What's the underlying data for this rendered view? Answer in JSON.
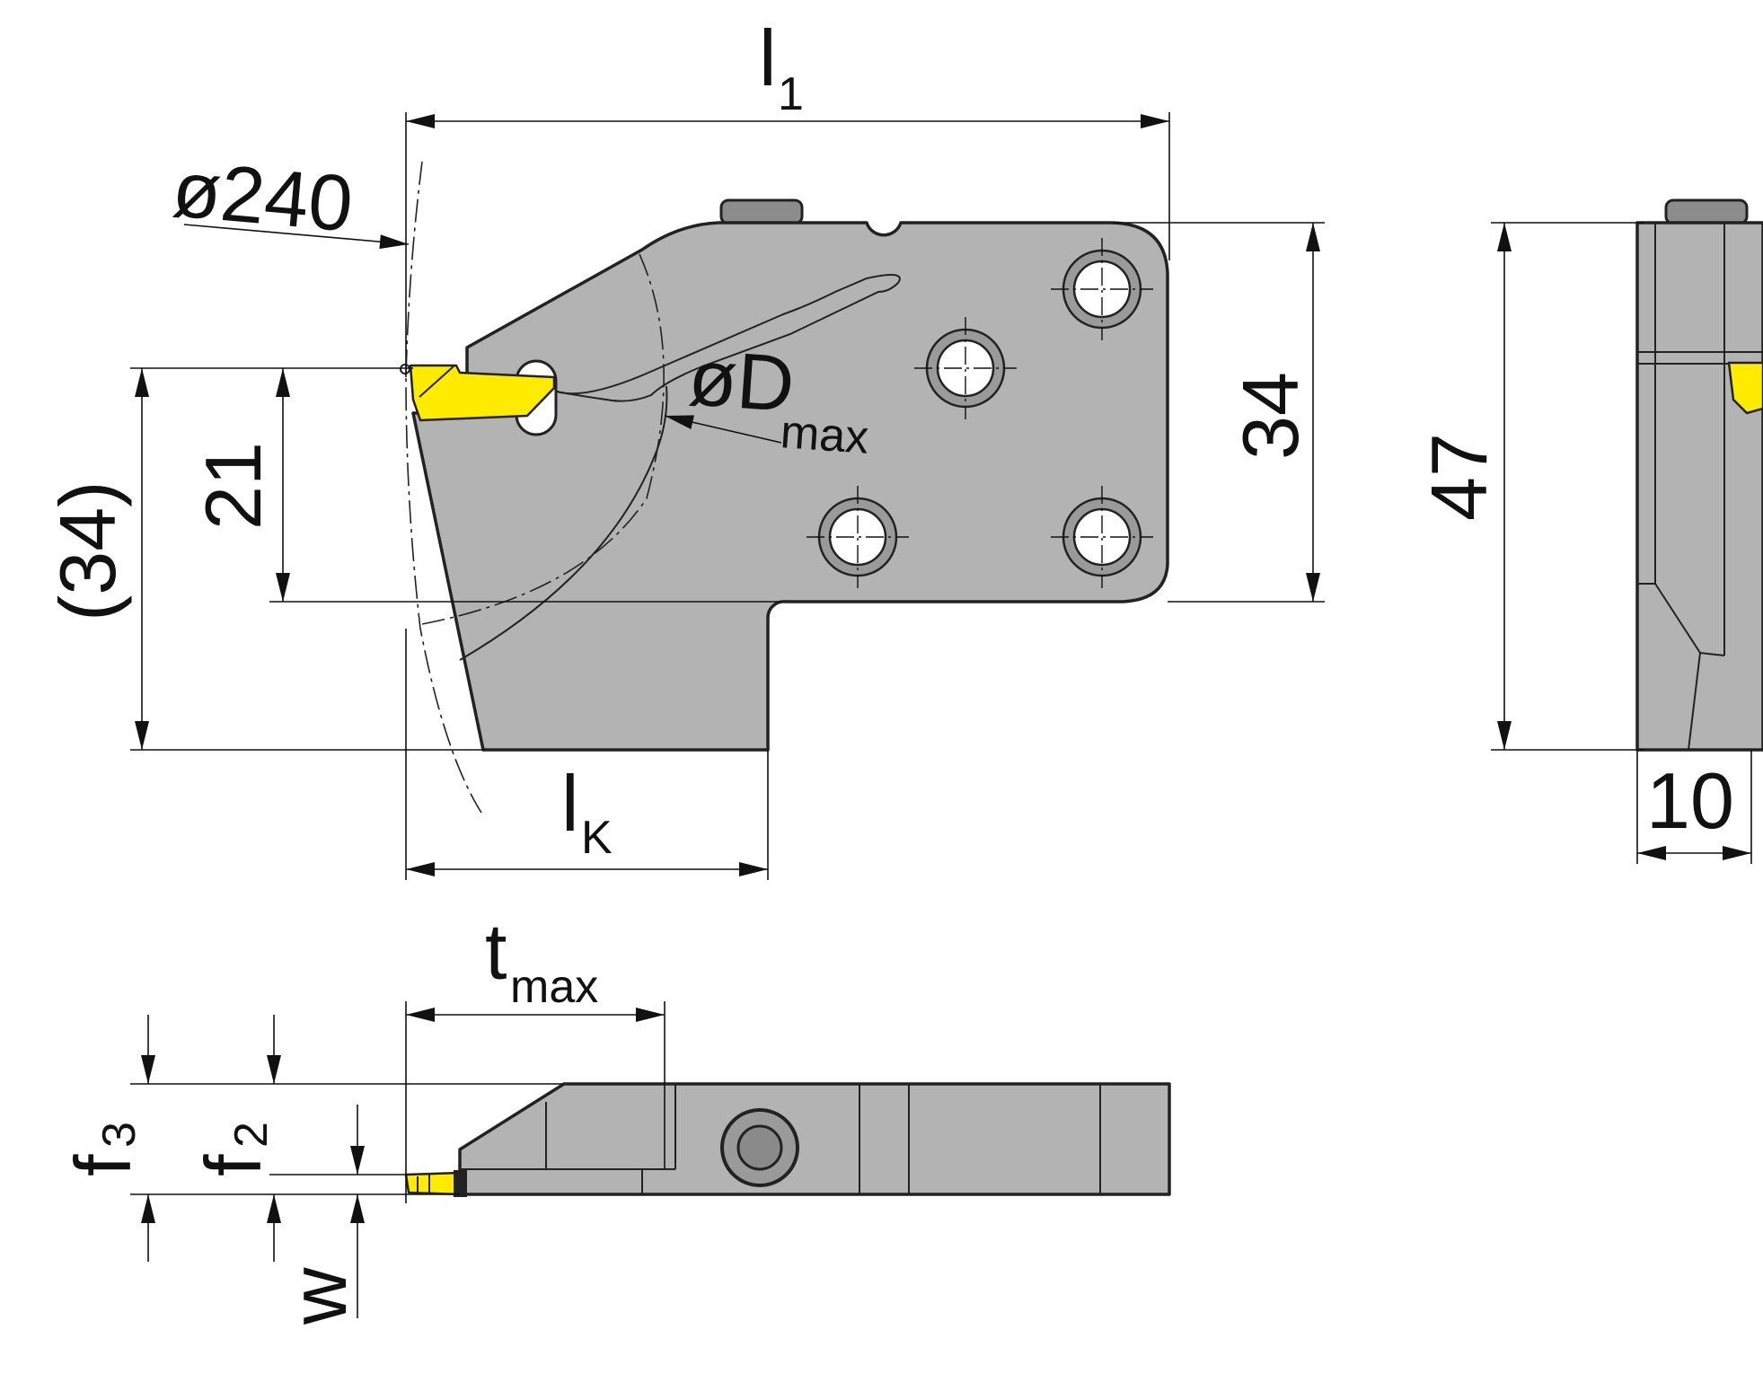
{
  "dimensions": {
    "l1_main": "l",
    "l1_sub": "1",
    "diameter_240": "ø240",
    "d_max_main": "øD",
    "d_max_sub": "max",
    "height_34": "34",
    "height_21": "21",
    "height_34_ref": "(34)",
    "lk_main": "l",
    "lk_sub": "K",
    "side_height_47": "47",
    "side_width_10": "10",
    "t_max_main": "t",
    "t_max_sub": "max",
    "f3_main": "f",
    "f3_sub": "3",
    "f2_main": "f",
    "f2_sub": "2",
    "w": "w"
  },
  "colors": {
    "body": "#b3b3b3",
    "insert": "#ffeb00",
    "outline": "#222222"
  }
}
